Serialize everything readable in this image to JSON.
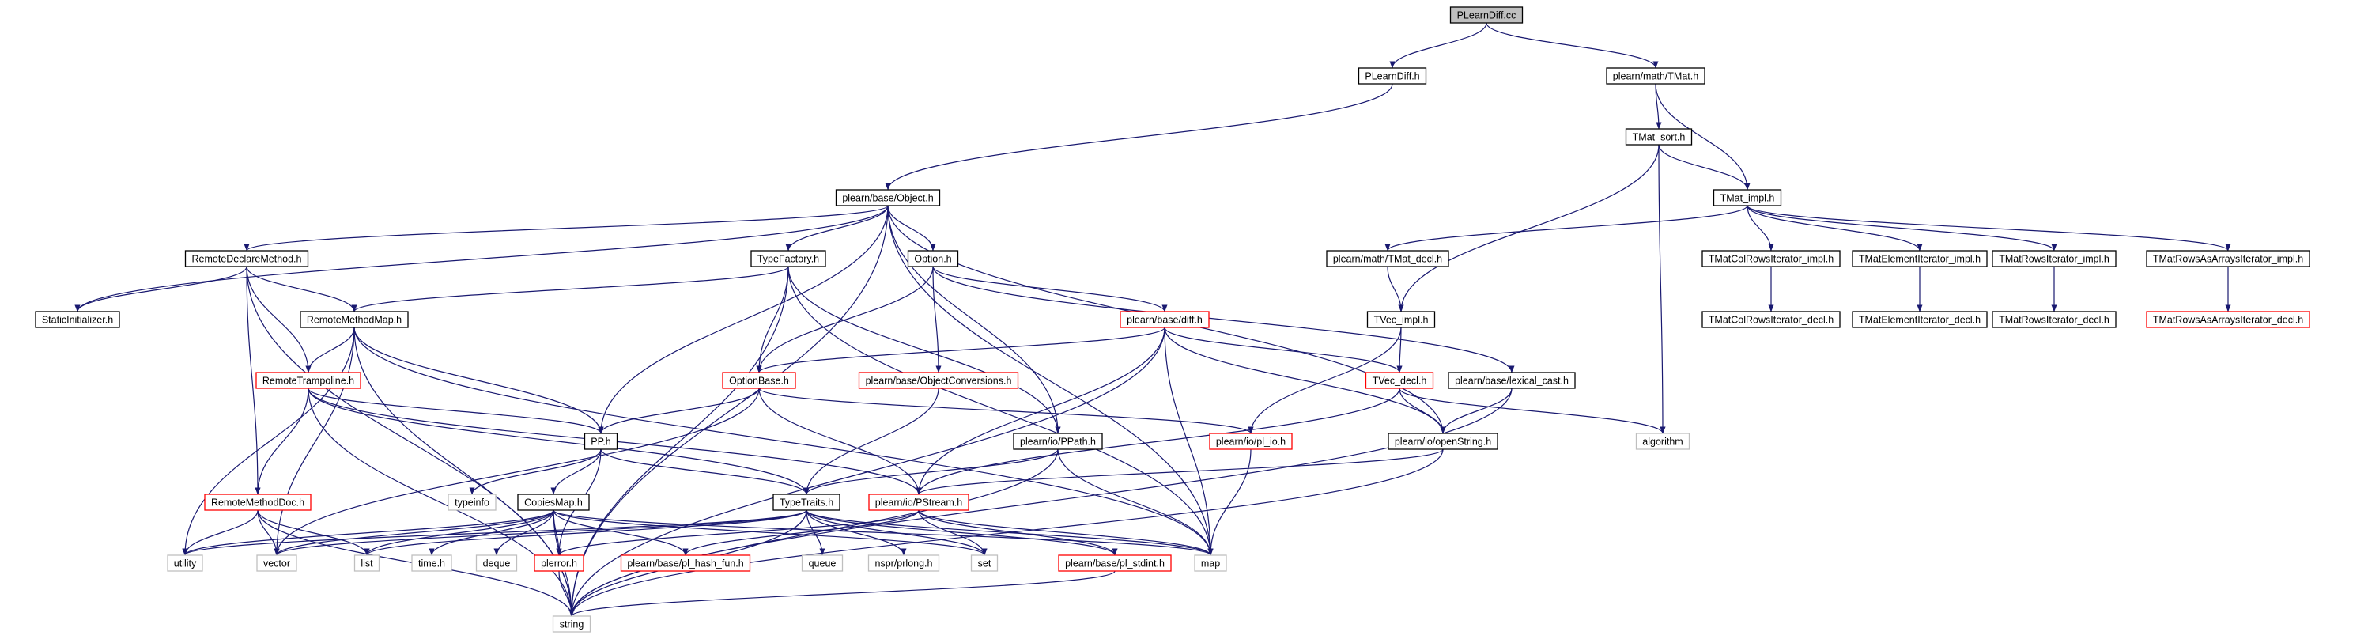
{
  "colors": {
    "edge": "#191970",
    "border_normal": "#000000",
    "border_truncated": "#ff0000",
    "border_system": "#bfbfbf",
    "fill_root": "#bfbfbf",
    "fill_default": "#ffffff"
  },
  "nodes": [
    {
      "id": "pl_learn_diff_cc",
      "label": "PLearnDiff.cc",
      "kind": "root"
    },
    {
      "id": "pl_learn_diff_h",
      "label": "PLearnDiff.h",
      "kind": "normal"
    },
    {
      "id": "tmat_h",
      "label": "plearn/math/TMat.h",
      "kind": "normal"
    },
    {
      "id": "tmat_sort_h",
      "label": "TMat_sort.h",
      "kind": "normal"
    },
    {
      "id": "tmat_impl_h",
      "label": "TMat_impl.h",
      "kind": "normal"
    },
    {
      "id": "object_h",
      "label": "plearn/base/Object.h",
      "kind": "normal"
    },
    {
      "id": "tmat_decl_h",
      "label": "plearn/math/TMat_decl.h",
      "kind": "normal"
    },
    {
      "id": "tmat_col_rows_iter_impl_h",
      "label": "TMatColRowsIterator_impl.h",
      "kind": "normal"
    },
    {
      "id": "tmat_elem_iter_impl_h",
      "label": "TMatElementIterator_impl.h",
      "kind": "normal"
    },
    {
      "id": "tmat_rows_iter_impl_h",
      "label": "TMatRowsIterator_impl.h",
      "kind": "normal"
    },
    {
      "id": "tmat_rows_as_arrays_iter_impl_h",
      "label": "TMatRowsAsArraysIterator_impl.h",
      "kind": "normal"
    },
    {
      "id": "tmat_col_rows_iter_decl_h",
      "label": "TMatColRowsIterator_decl.h",
      "kind": "normal"
    },
    {
      "id": "tmat_elem_iter_decl_h",
      "label": "TMatElementIterator_decl.h",
      "kind": "normal"
    },
    {
      "id": "tmat_rows_iter_decl_h",
      "label": "TMatRowsIterator_decl.h",
      "kind": "normal"
    },
    {
      "id": "tmat_rows_as_arrays_iter_decl_h",
      "label": "TMatRowsAsArraysIterator_decl.h",
      "kind": "truncated"
    },
    {
      "id": "remote_declare_method_h",
      "label": "RemoteDeclareMethod.h",
      "kind": "normal"
    },
    {
      "id": "type_factory_h",
      "label": "TypeFactory.h",
      "kind": "normal"
    },
    {
      "id": "option_h",
      "label": "Option.h",
      "kind": "normal"
    },
    {
      "id": "tvec_impl_h",
      "label": "TVec_impl.h",
      "kind": "normal"
    },
    {
      "id": "static_initializer_h",
      "label": "StaticInitializer.h",
      "kind": "normal"
    },
    {
      "id": "remote_method_map_h",
      "label": "RemoteMethodMap.h",
      "kind": "normal"
    },
    {
      "id": "diff_h",
      "label": "plearn/base/diff.h",
      "kind": "truncated"
    },
    {
      "id": "remote_trampoline_h",
      "label": "RemoteTrampoline.h",
      "kind": "truncated"
    },
    {
      "id": "option_base_h",
      "label": "OptionBase.h",
      "kind": "truncated"
    },
    {
      "id": "object_conversions_h",
      "label": "plearn/base/ObjectConversions.h",
      "kind": "truncated"
    },
    {
      "id": "tvec_decl_h",
      "label": "TVec_decl.h",
      "kind": "truncated"
    },
    {
      "id": "lexical_cast_h",
      "label": "plearn/base/lexical_cast.h",
      "kind": "normal"
    },
    {
      "id": "pp_h",
      "label": "PP.h",
      "kind": "normal"
    },
    {
      "id": "ppath_h",
      "label": "plearn/io/PPath.h",
      "kind": "normal"
    },
    {
      "id": "pl_io_h",
      "label": "plearn/io/pl_io.h",
      "kind": "truncated"
    },
    {
      "id": "open_string_h",
      "label": "plearn/io/openString.h",
      "kind": "normal"
    },
    {
      "id": "algorithm",
      "label": "algorithm",
      "kind": "system"
    },
    {
      "id": "typeinfo",
      "label": "typeinfo",
      "kind": "system"
    },
    {
      "id": "remote_method_doc_h",
      "label": "RemoteMethodDoc.h",
      "kind": "truncated"
    },
    {
      "id": "copies_map_h",
      "label": "CopiesMap.h",
      "kind": "normal"
    },
    {
      "id": "type_traits_h",
      "label": "TypeTraits.h",
      "kind": "normal"
    },
    {
      "id": "pstream_h",
      "label": "plearn/io/PStream.h",
      "kind": "truncated"
    },
    {
      "id": "utility",
      "label": "utility",
      "kind": "system"
    },
    {
      "id": "vector",
      "label": "vector",
      "kind": "system"
    },
    {
      "id": "list",
      "label": "list",
      "kind": "system"
    },
    {
      "id": "time_h",
      "label": "time.h",
      "kind": "system"
    },
    {
      "id": "deque",
      "label": "deque",
      "kind": "system"
    },
    {
      "id": "plerror_h",
      "label": "plerror.h",
      "kind": "truncated"
    },
    {
      "id": "pl_hash_fun_h",
      "label": "plearn/base/pl_hash_fun.h",
      "kind": "truncated"
    },
    {
      "id": "queue",
      "label": "queue",
      "kind": "system"
    },
    {
      "id": "nspr_prlong_h",
      "label": "nspr/prlong.h",
      "kind": "system"
    },
    {
      "id": "set",
      "label": "set",
      "kind": "system"
    },
    {
      "id": "pl_stdint_h",
      "label": "plearn/base/pl_stdint.h",
      "kind": "truncated"
    },
    {
      "id": "map",
      "label": "map",
      "kind": "system"
    },
    {
      "id": "string",
      "label": "string",
      "kind": "system"
    }
  ],
  "edges": [
    [
      "pl_learn_diff_cc",
      "pl_learn_diff_h"
    ],
    [
      "pl_learn_diff_cc",
      "tmat_h"
    ],
    [
      "pl_learn_diff_h",
      "object_h"
    ],
    [
      "tmat_h",
      "tmat_sort_h"
    ],
    [
      "tmat_h",
      "tmat_impl_h"
    ],
    [
      "tmat_sort_h",
      "tmat_impl_h"
    ],
    [
      "tmat_sort_h",
      "tvec_impl_h"
    ],
    [
      "tmat_sort_h",
      "algorithm"
    ],
    [
      "tmat_impl_h",
      "tmat_decl_h"
    ],
    [
      "tmat_impl_h",
      "tmat_col_rows_iter_impl_h"
    ],
    [
      "tmat_impl_h",
      "tmat_elem_iter_impl_h"
    ],
    [
      "tmat_impl_h",
      "tmat_rows_iter_impl_h"
    ],
    [
      "tmat_impl_h",
      "tmat_rows_as_arrays_iter_impl_h"
    ],
    [
      "tmat_col_rows_iter_impl_h",
      "tmat_col_rows_iter_decl_h"
    ],
    [
      "tmat_elem_iter_impl_h",
      "tmat_elem_iter_decl_h"
    ],
    [
      "tmat_rows_iter_impl_h",
      "tmat_rows_iter_decl_h"
    ],
    [
      "tmat_rows_as_arrays_iter_impl_h",
      "tmat_rows_as_arrays_iter_decl_h"
    ],
    [
      "tmat_decl_h",
      "tvec_impl_h"
    ],
    [
      "tvec_impl_h",
      "tvec_decl_h"
    ],
    [
      "tvec_impl_h",
      "pl_io_h"
    ],
    [
      "object_h",
      "remote_declare_method_h"
    ],
    [
      "object_h",
      "type_factory_h"
    ],
    [
      "object_h",
      "option_h"
    ],
    [
      "object_h",
      "static_initializer_h"
    ],
    [
      "object_h",
      "pp_h"
    ],
    [
      "object_h",
      "ppath_h"
    ],
    [
      "object_h",
      "open_string_h"
    ],
    [
      "object_h",
      "map"
    ],
    [
      "object_h",
      "string"
    ],
    [
      "remote_declare_method_h",
      "static_initializer_h"
    ],
    [
      "remote_declare_method_h",
      "remote_method_map_h"
    ],
    [
      "remote_declare_method_h",
      "remote_trampoline_h"
    ],
    [
      "remote_declare_method_h",
      "remote_method_doc_h"
    ],
    [
      "remote_declare_method_h",
      "string"
    ],
    [
      "type_factory_h",
      "remote_method_map_h"
    ],
    [
      "type_factory_h",
      "option_base_h"
    ],
    [
      "type_factory_h",
      "ppath_h"
    ],
    [
      "type_factory_h",
      "map"
    ],
    [
      "type_factory_h",
      "string"
    ],
    [
      "option_h",
      "option_base_h"
    ],
    [
      "option_h",
      "object_conversions_h"
    ],
    [
      "option_h",
      "diff_h"
    ],
    [
      "option_h",
      "lexical_cast_h"
    ],
    [
      "remote_method_map_h",
      "remote_trampoline_h"
    ],
    [
      "remote_method_map_h",
      "pp_h"
    ],
    [
      "remote_method_map_h",
      "map"
    ],
    [
      "remote_method_map_h",
      "utility"
    ],
    [
      "remote_method_map_h",
      "vector"
    ],
    [
      "remote_method_map_h",
      "string"
    ],
    [
      "diff_h",
      "option_base_h"
    ],
    [
      "diff_h",
      "tvec_decl_h"
    ],
    [
      "diff_h",
      "open_string_h"
    ],
    [
      "diff_h",
      "pstream_h"
    ],
    [
      "diff_h",
      "map"
    ],
    [
      "diff_h",
      "string"
    ],
    [
      "remote_trampoline_h",
      "remote_method_doc_h"
    ],
    [
      "remote_trampoline_h",
      "pp_h"
    ],
    [
      "remote_trampoline_h",
      "type_traits_h"
    ],
    [
      "remote_trampoline_h",
      "pstream_h"
    ],
    [
      "remote_trampoline_h",
      "string"
    ],
    [
      "option_base_h",
      "pp_h"
    ],
    [
      "option_base_h",
      "pstream_h"
    ],
    [
      "option_base_h",
      "pl_io_h"
    ],
    [
      "option_base_h",
      "vector"
    ],
    [
      "object_conversions_h",
      "type_traits_h"
    ],
    [
      "tvec_decl_h",
      "open_string_h"
    ],
    [
      "tvec_decl_h",
      "algorithm"
    ],
    [
      "tvec_decl_h",
      "pstream_h"
    ],
    [
      "lexical_cast_h",
      "open_string_h"
    ],
    [
      "lexical_cast_h",
      "string"
    ],
    [
      "pp_h",
      "copies_map_h"
    ],
    [
      "pp_h",
      "type_traits_h"
    ],
    [
      "pp_h",
      "typeinfo"
    ],
    [
      "pp_h",
      "plerror_h"
    ],
    [
      "ppath_h",
      "type_traits_h"
    ],
    [
      "ppath_h",
      "map"
    ],
    [
      "ppath_h",
      "string"
    ],
    [
      "pl_io_h",
      "map"
    ],
    [
      "open_string_h",
      "pstream_h"
    ],
    [
      "open_string_h",
      "string"
    ],
    [
      "remote_method_doc_h",
      "utility"
    ],
    [
      "remote_method_doc_h",
      "vector"
    ],
    [
      "remote_method_doc_h",
      "list"
    ],
    [
      "remote_method_doc_h",
      "string"
    ],
    [
      "copies_map_h",
      "utility"
    ],
    [
      "copies_map_h",
      "vector"
    ],
    [
      "copies_map_h",
      "list"
    ],
    [
      "copies_map_h",
      "time_h"
    ],
    [
      "copies_map_h",
      "deque"
    ],
    [
      "copies_map_h",
      "plerror_h"
    ],
    [
      "copies_map_h",
      "pl_hash_fun_h"
    ],
    [
      "copies_map_h",
      "map"
    ],
    [
      "copies_map_h",
      "string"
    ],
    [
      "copies_map_h",
      "set"
    ],
    [
      "type_traits_h",
      "utility"
    ],
    [
      "type_traits_h",
      "vector"
    ],
    [
      "type_traits_h",
      "list"
    ],
    [
      "type_traits_h",
      "queue"
    ],
    [
      "type_traits_h",
      "nspr_prlong_h"
    ],
    [
      "type_traits_h",
      "set"
    ],
    [
      "type_traits_h",
      "pl_stdint_h"
    ],
    [
      "type_traits_h",
      "map"
    ],
    [
      "type_traits_h",
      "string"
    ],
    [
      "pstream_h",
      "plerror_h"
    ],
    [
      "pstream_h",
      "pl_hash_fun_h"
    ],
    [
      "pstream_h",
      "set"
    ],
    [
      "pstream_h",
      "pl_stdint_h"
    ],
    [
      "pstream_h",
      "map"
    ],
    [
      "plerror_h",
      "string"
    ],
    [
      "pl_stdint_h",
      "string"
    ]
  ]
}
